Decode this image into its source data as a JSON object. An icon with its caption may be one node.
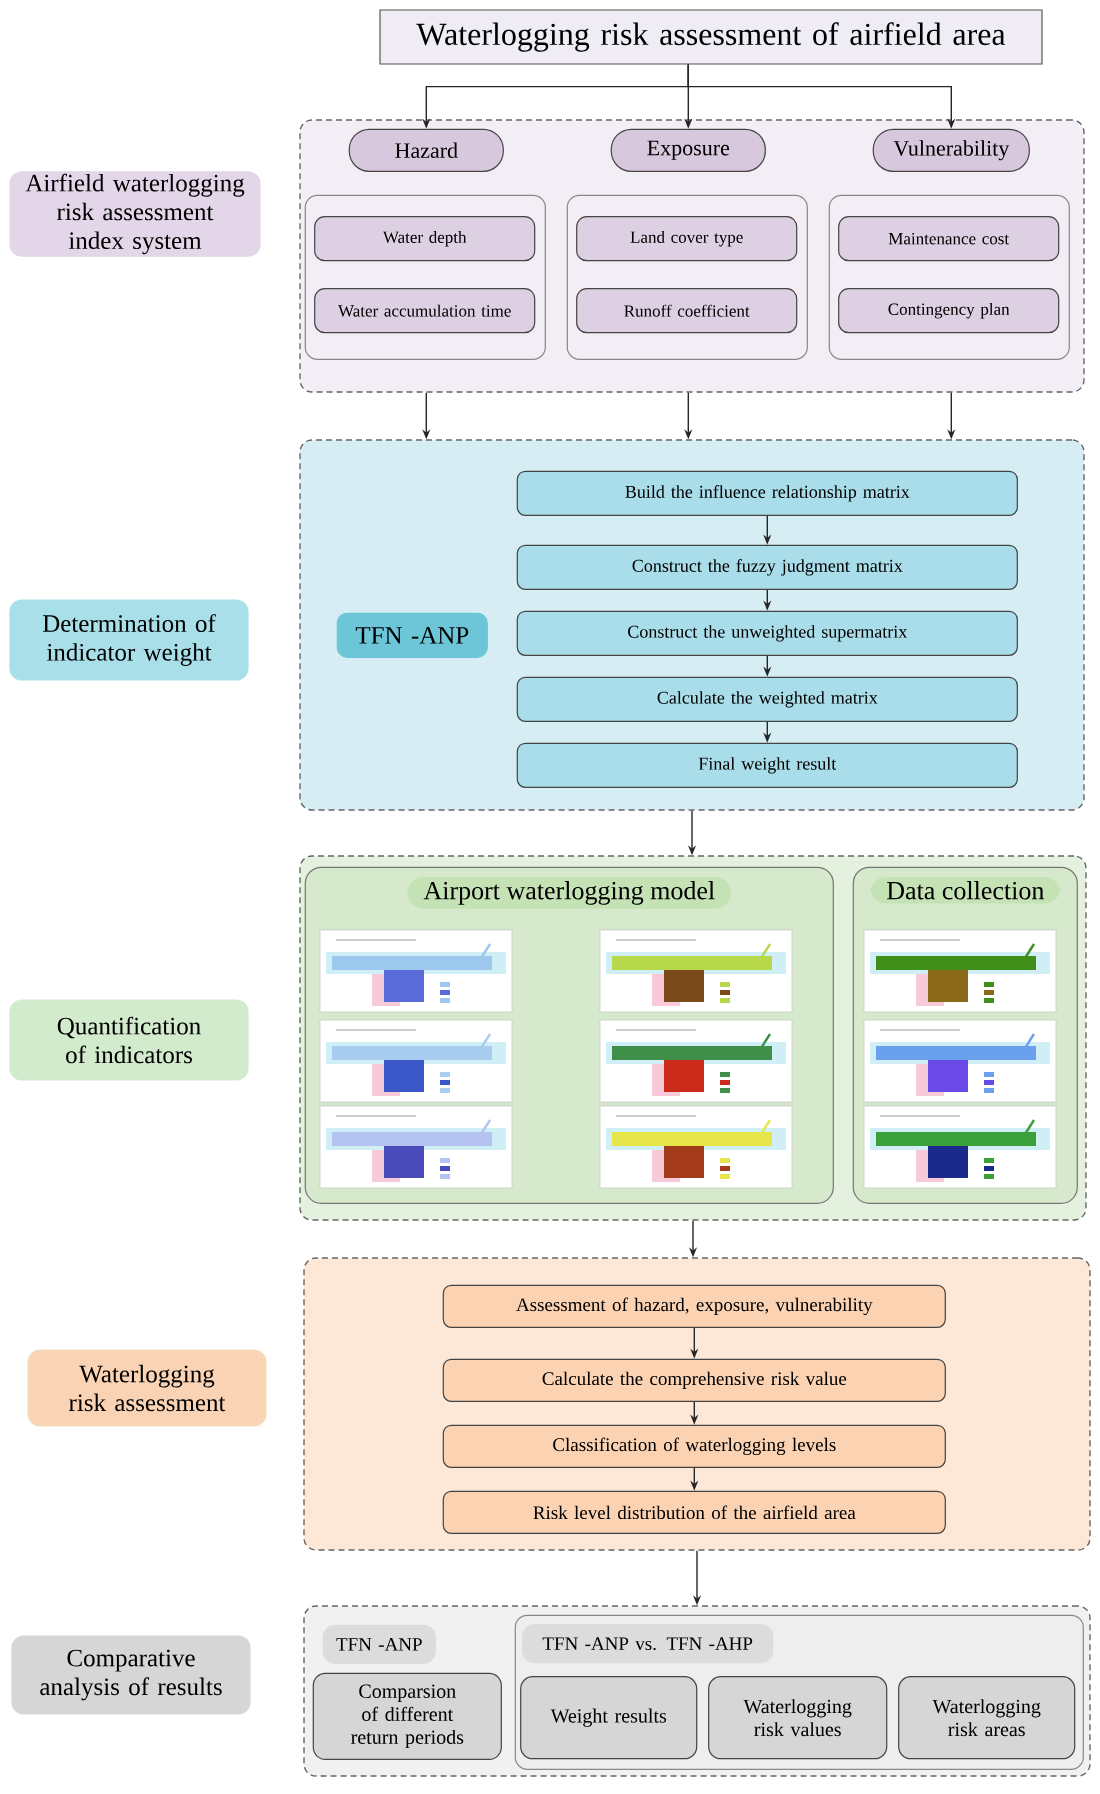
{
  "diagram": {
    "nodes": [
      {
        "text": [
          "Waterlogging risk assessment of  airfield area"
        ]
      },
      {
        "text": [
          "Airfield waterlogging risk assessment index system"
        ]
      },
      {
        "text": [],
        "shape": "box"
      },
      {
        "text": [
          "Hazard"
        ],
        "in": 2
      },
      {
        "text": [
          "Exposure"
        ],
        "in": 2
      },
      {
        "text": [
          "Vulnerability"
        ],
        "in": 2
      },
      {
        "text": [],
        "shape": "box",
        "in": 2
      },
      {
        "text": [
          "Water depth"
        ],
        "in": 6
      },
      {
        "text": [
          "Water accumulation time"
        ],
        "in": 6
      },
      {
        "text": [],
        "shape": "box",
        "in": 2
      },
      {
        "text": [
          "Land cover type"
        ],
        "in": 9
      },
      {
        "text": [
          "Runoff coefficient"
        ],
        "in": 9
      },
      {
        "text": [],
        "shape": "box",
        "in": 2
      },
      {
        "text": [
          "Maintenance cost"
        ],
        "in": 12
      },
      {
        "text": [
          "Contingency plan"
        ],
        "in": 12
      },
      {
        "text": [
          "Determination of indicator weight"
        ]
      },
      {
        "text": [],
        "shape": "box"
      },
      {
        "text": [
          "TFN -ANP"
        ],
        "in": 16
      },
      {
        "text": [
          "Build the influence relationship matrix"
        ],
        "in": 16
      },
      {
        "text": [
          "Construct the fuzzy judgment matrix"
        ],
        "in": 16
      },
      {
        "text": [
          "Construct the unweighted supermatrix"
        ],
        "in": 16
      },
      {
        "text": [
          "Calculate the weighted matrix"
        ],
        "in": 16
      },
      {
        "text": [
          "Final weight result"
        ],
        "in": 16
      },
      {
        "text": [
          "Quantification of indicators"
        ]
      },
      {
        "text": [],
        "shape": "box"
      },
      {
        "text": [
          "Airport waterlogging model"
        ],
        "in": 24
      },
      {
        "text": [
          "Data collection"
        ],
        "in": 24
      },
      {
        "text": [
          "Waterlogging risk assessment"
        ]
      },
      {
        "text": [],
        "shape": "box"
      },
      {
        "text": [
          "Assessment of hazard, exposure, vulnerability"
        ],
        "in": 28
      },
      {
        "text": [
          "Calculate the comprehensive risk value"
        ],
        "in": 28
      },
      {
        "text": [
          "Classification of waterlogging levels"
        ],
        "in": 28
      },
      {
        "text": [
          "Risk level distribution of the airfield area"
        ],
        "in": 28
      },
      {
        "text": [
          "Comparative analysis of results"
        ]
      },
      {
        "text": [],
        "shape": "box"
      },
      {
        "text": [
          "TFN -ANP"
        ],
        "in": 34
      },
      {
        "text": [
          "Comparsion of different return periods"
        ],
        "in": 34
      },
      {
        "text": [],
        "shape": "box",
        "in": 34
      },
      {
        "text": [
          "TFN -ANP vs. TFN -AHP"
        ],
        "in": 37
      },
      {
        "text": [
          "Weight results"
        ],
        "in": 37
      },
      {
        "text": [
          "Waterlogging risk values"
        ],
        "in": 37
      },
      {
        "text": [
          "Waterlogging risk areas"
        ],
        "in": 37
      }
    ],
    "edges": [
      {
        "from": 0,
        "to": 3,
        "arrow": "to"
      },
      {
        "from": 0,
        "to": 4,
        "arrow": "to"
      },
      {
        "from": 0,
        "to": 5,
        "arrow": "to"
      },
      {
        "from": 2,
        "to": 16,
        "arrow": "to"
      },
      {
        "from": 2,
        "to": 16,
        "arrow": "to"
      },
      {
        "from": 2,
        "to": 16,
        "arrow": "to"
      },
      {
        "from": 18,
        "to": 19,
        "arrow": "to"
      },
      {
        "from": 19,
        "to": 20,
        "arrow": "to"
      },
      {
        "from": 20,
        "to": 21,
        "arrow": "to"
      },
      {
        "from": 21,
        "to": 22,
        "arrow": "to"
      },
      {
        "from": 16,
        "to": 24,
        "arrow": "to"
      },
      {
        "from": 24,
        "to": 28,
        "arrow": "to"
      },
      {
        "from": 29,
        "to": 30,
        "arrow": "to"
      },
      {
        "from": 30,
        "to": 31,
        "arrow": "to"
      },
      {
        "from": 31,
        "to": 32,
        "arrow": "to"
      },
      {
        "from": 28,
        "to": 34,
        "arrow": "to"
      }
    ]
  }
}
